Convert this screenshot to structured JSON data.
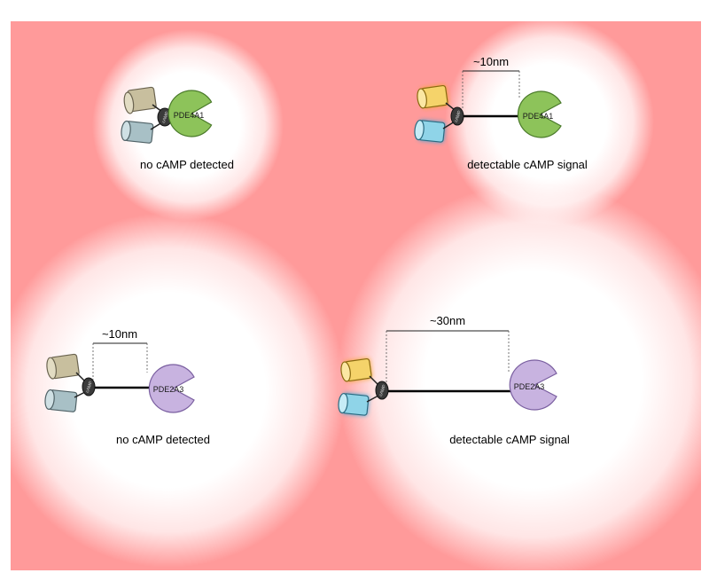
{
  "colors": {
    "background": "#ffffff",
    "field": "#ff9a9a",
    "halo": "#ffffff",
    "pde4a1": "#8dc35a",
    "pde2a3": "#c8b3e0",
    "cfp_cylinder": "#8fd4e8",
    "yfp_cylinder": "#f5d36a",
    "inactive_cylinder_top": "#c8bf9e",
    "inactive_cylinder_bottom": "#a8c0c6",
    "linker": "#000000"
  },
  "panels": [
    {
      "id": "top-left",
      "enzyme_label": "PDE4A1",
      "binding_label": "cAMP",
      "caption": "no cAMP detected",
      "signal": "none",
      "distance_label": ""
    },
    {
      "id": "top-right",
      "enzyme_label": "PDE4A1",
      "binding_label": "cAMP",
      "caption": "detectable cAMP signal",
      "signal": "detected",
      "distance_label": "~10nm"
    },
    {
      "id": "bottom-left",
      "enzyme_label": "PDE2A3",
      "binding_label": "cAMP",
      "caption": "no cAMP detected",
      "signal": "none",
      "distance_label": "~10nm"
    },
    {
      "id": "bottom-right",
      "enzyme_label": "PDE2A3",
      "binding_label": "cAMP",
      "caption": "detectable cAMP signal",
      "signal": "detected",
      "distance_label": "~30nm"
    }
  ]
}
